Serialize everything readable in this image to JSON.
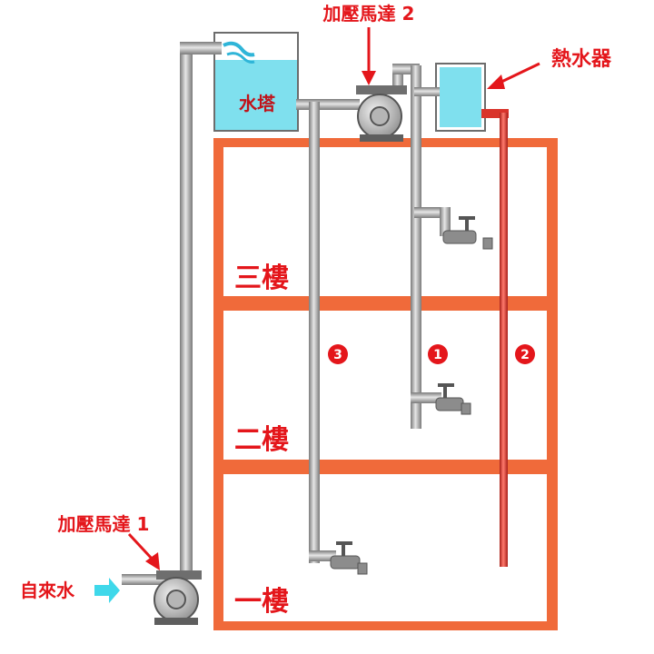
{
  "labels": {
    "booster_pump_2": "加壓馬達 2",
    "water_heater": "熱水器",
    "water_tower": "水塔",
    "booster_pump_1": "加壓馬達 1",
    "tap_water": "自來水",
    "floor_3": "三樓",
    "floor_2": "二樓",
    "floor_1": "一樓"
  },
  "line_numbers": {
    "line_1": "1",
    "line_2": "2",
    "line_3": "3"
  },
  "colors": {
    "building_frame": "#f06a3a",
    "label_red": "#e4161b",
    "water": "#7fe0ee",
    "pipe_gray": "#a9a9a9",
    "hot_pipe": "#d9342b",
    "inlet_arrow": "#3fd8ea"
  }
}
